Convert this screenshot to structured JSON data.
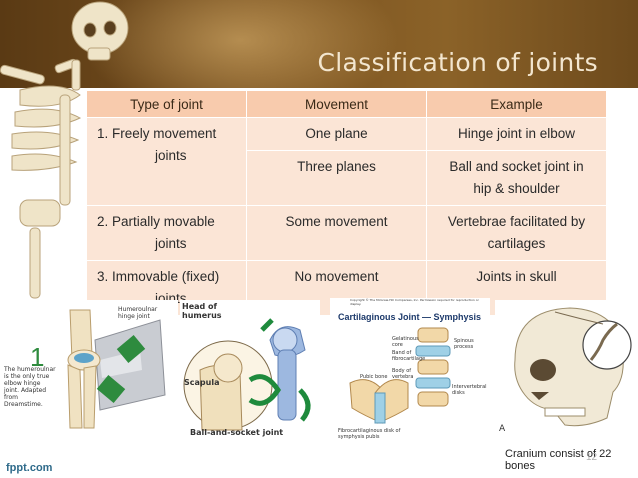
{
  "slide": {
    "title": "Classification of joints",
    "table": {
      "headers": [
        "Type of joint",
        "Movement",
        "Example"
      ],
      "rows": [
        {
          "type_line1": "1.   Freely movement",
          "type_line2": "joints",
          "movement": "One plane",
          "example": "Hinge joint in elbow"
        },
        {
          "movement": "Three planes",
          "example_line1": "Ball and socket joint in",
          "example_line2": "hip & shoulder"
        },
        {
          "type_line1": "2.   Partially movable",
          "type_line2": "joints",
          "movement": "Some movement",
          "example_line1": "Vertebrae facilitated by",
          "example_line2": "cartilages"
        },
        {
          "type_line1": "3.   Immovable (fixed)",
          "type_line2": "joints",
          "movement": "No movement",
          "example": "Joints in skull"
        }
      ]
    },
    "images": {
      "hinge": {
        "label": "Humeroulnar hinge joint",
        "note": "The humeroulnar is the only true elbow hinge joint. Adapted from Dreamstime.",
        "number": "1"
      },
      "ball_socket": {
        "label_head": "Head of humerus",
        "label_scapula": "Scapula",
        "caption": "Ball-and-socket joint"
      },
      "symphysis": {
        "copyright": "Copyright © The McGraw-Hill Companies, Inc. Permission required for reproduction or display.",
        "title": "Cartilaginous Joint — Symphysis",
        "labels": [
          "Gelatinous core",
          "Band of fibrocartilage",
          "Body of vertebra",
          "Intervertebral disks",
          "Spinous process",
          "Pubic bone",
          "Fibrocartilaginous disk of symphysis pubis"
        ]
      },
      "skull": {
        "letter": "A"
      }
    },
    "footer_note": "Cranium consist of 22 bones",
    "page_number": "12",
    "watermark": "fppt.com"
  }
}
